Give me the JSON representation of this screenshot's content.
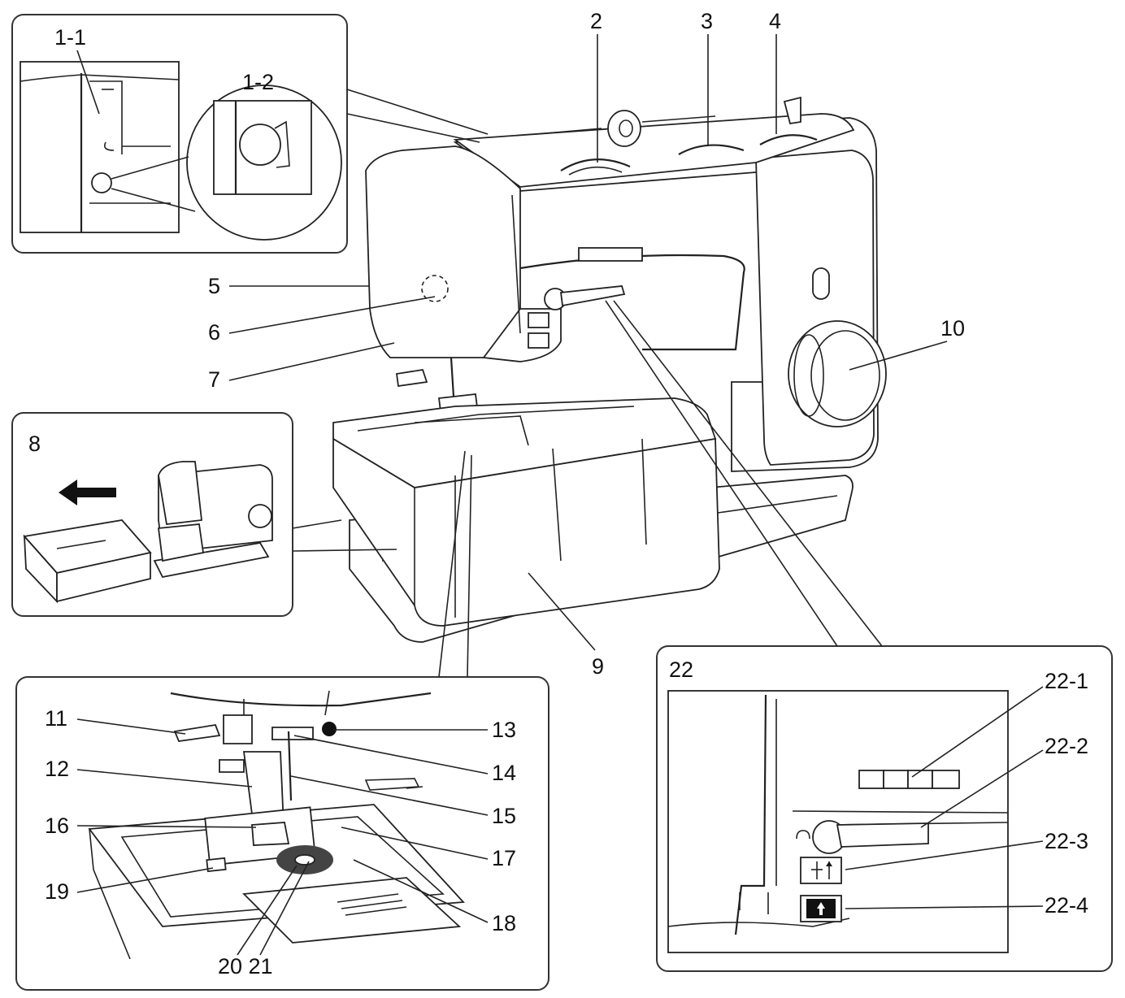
{
  "callouts": {
    "c1_1": "1-1",
    "c1_2": "1-2",
    "c2": "2",
    "c3": "3",
    "c4": "4",
    "c5": "5",
    "c6": "6",
    "c7": "7",
    "c8": "8",
    "c9": "9",
    "c10": "10",
    "c11": "11",
    "c12": "12",
    "c13": "13",
    "c14": "14",
    "c15": "15",
    "c16": "16",
    "c17": "17",
    "c18": "18",
    "c19": "19",
    "c20_21": "20 21",
    "c22": "22",
    "c22_1": "22-1",
    "c22_2": "22-2",
    "c22_3": "22-3",
    "c22_4": "22-4"
  },
  "icons": {
    "arrow_left": "arrow-left-icon",
    "reverse_symbol": "reverse-icon",
    "needle_up_down": "needle-up-down-icon",
    "needle_up": "needle-up-icon"
  }
}
